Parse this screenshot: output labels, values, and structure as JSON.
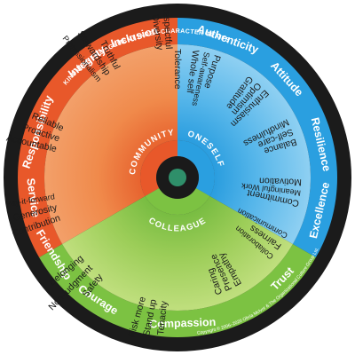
{
  "ring_title": "KINDNESS ENGAGEMENT INDEX-CHARACTER TRAITS",
  "copyright": "Copyright © 2006–2020 Olivia McIvor & The Organizational Culture Group Ltd.",
  "center_labels": {
    "community": "COMMUNITY",
    "oneself": "ONESELF",
    "colleague": "COLLEAGUE"
  },
  "colors": {
    "ring": "#1b1b1b",
    "community": "#e8582a",
    "oneself": "#2a9fe0",
    "colleague": "#7cc242",
    "community_light": "#f6a673",
    "oneself_light": "#8fd0f2",
    "colleague_light": "#b8dc78",
    "hub_dark": "#1a1a1a"
  },
  "categories": [
    {
      "label": "Inclusion"
    },
    {
      "label": "Authenticity"
    },
    {
      "label": "Attitude"
    },
    {
      "label": "Resilience"
    },
    {
      "label": "Excellence"
    },
    {
      "label": "Trust"
    },
    {
      "label": "Compassion"
    },
    {
      "label": "Courage"
    },
    {
      "label": "Friendship"
    },
    {
      "label": "Service"
    },
    {
      "label": "Responsibility"
    },
    {
      "label": "Integrity"
    }
  ],
  "traits": [
    {
      "label": "Diversity"
    },
    {
      "label": "Respectful"
    },
    {
      "label": "Tolerance"
    },
    {
      "label": "Whole self"
    },
    {
      "label": "Self-awareness"
    },
    {
      "label": "Purpose"
    },
    {
      "label": "Gratitude"
    },
    {
      "label": "Optimism"
    },
    {
      "label": "Enthusiasm"
    },
    {
      "label": "Mindfulness"
    },
    {
      "label": "Self-care"
    },
    {
      "label": "Balance"
    },
    {
      "label": "Motivation"
    },
    {
      "label": "Meaningful Work"
    },
    {
      "label": "Commitment"
    },
    {
      "label": "Communication"
    },
    {
      "label": "Fairness"
    },
    {
      "label": "Collaboration"
    },
    {
      "label": "Empathy"
    },
    {
      "label": "Presence"
    },
    {
      "label": "Caring"
    },
    {
      "label": "Tenacity"
    },
    {
      "label": "Stand up"
    },
    {
      "label": "Risk more"
    },
    {
      "label": "Safety"
    },
    {
      "label": "Non-judgment"
    },
    {
      "label": "Belonging"
    },
    {
      "label": "Contribution"
    },
    {
      "label": "Generosity"
    },
    {
      "label": "Pay-it-forward"
    },
    {
      "label": "Accountable"
    },
    {
      "label": "Proactive"
    },
    {
      "label": "Reliable"
    },
    {
      "label": "Professionalism"
    },
    {
      "label": "Stewardship"
    },
    {
      "label": "Truthful"
    }
  ]
}
